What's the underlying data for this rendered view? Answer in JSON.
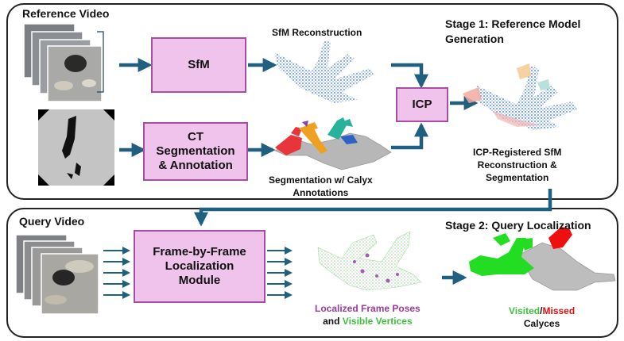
{
  "stage1": {
    "input_label": "Reference Video",
    "title_line1": "Stage 1: Reference Model",
    "title_line2": "Generation",
    "sfm_box": "SfM",
    "sfm_caption": "SfM Reconstruction",
    "ct_box_line1": "CT",
    "ct_box_line2": "Segmentation",
    "ct_box_line3": "& Annotation",
    "seg_caption_line1": "Segmentation w/ Calyx",
    "seg_caption_line2": "Annotations",
    "icp_box": "ICP",
    "icp_caption_line1": "ICP-Registered SfM",
    "icp_caption_line2": "Reconstruction &",
    "icp_caption_line3": "Segmentation"
  },
  "stage2": {
    "input_label": "Query Video",
    "title": "Stage 2: Query Localization",
    "loc_box_line1": "Frame-by-Frame",
    "loc_box_line2": "Localization",
    "loc_box_line3": "Module",
    "poses_caption_part1": "Localized Frame Poses",
    "poses_caption_part2": "and",
    "poses_caption_part3": "Visible Vertices",
    "calyces_part1": "Visited",
    "calyces_sep": "/",
    "calyces_part2": "Missed",
    "calyces_line2": "Calyces"
  },
  "colors": {
    "arrow": "#1f5f7f",
    "box_fill": "#efc3ec",
    "box_border": "#a64ea0",
    "purple_text": "#9b3a9a",
    "green_text": "#3fbf3f",
    "red_text": "#e01010"
  }
}
